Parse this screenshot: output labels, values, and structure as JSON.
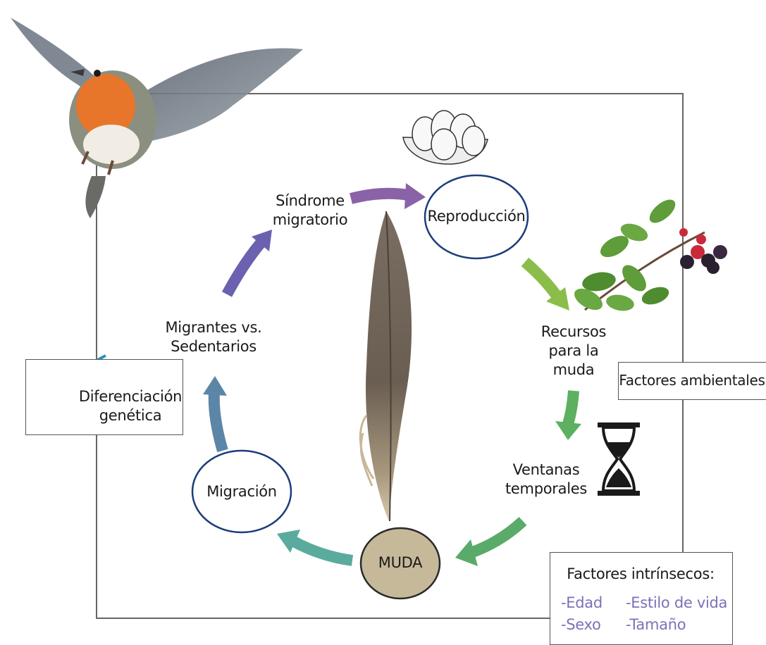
{
  "nodes": {
    "reproduccion": "Reproducción",
    "migracion": "Migración",
    "muda": "MUDA"
  },
  "labels": {
    "sindrome_line1": "Síndrome",
    "sindrome_line2": "migratorio",
    "migrantes_line1": "Migrantes vs.",
    "migrantes_line2": "Sedentarios",
    "recursos_line1": "Recursos",
    "recursos_line2": "para la",
    "recursos_line3": "muda",
    "ventanas_line1": "Ventanas",
    "ventanas_line2": "temporales"
  },
  "boxes": {
    "diferenciacion_line1": "Diferenciación",
    "diferenciacion_line2": "genética",
    "factores_ambientales": "Factores ambientales",
    "factores_intrinsecos_title": "Factores intrínsecos:",
    "intrinsecos": [
      "-Edad",
      "-Estilo de vida",
      "-Sexo",
      "-Tamaño"
    ]
  },
  "colors": {
    "arrow_purple": "#8a62a8",
    "arrow_blue_violet": "#6a62b0",
    "arrow_steel_blue": "#5b86a8",
    "arrow_teal": "#5aab9e",
    "arrow_green": "#5aaa6a",
    "arrow_light_green": "#8bbd4a",
    "node_outline": "#1c3d7a",
    "muda_fill": "#c6b99a",
    "intrinsic_text": "#7a72b8"
  }
}
